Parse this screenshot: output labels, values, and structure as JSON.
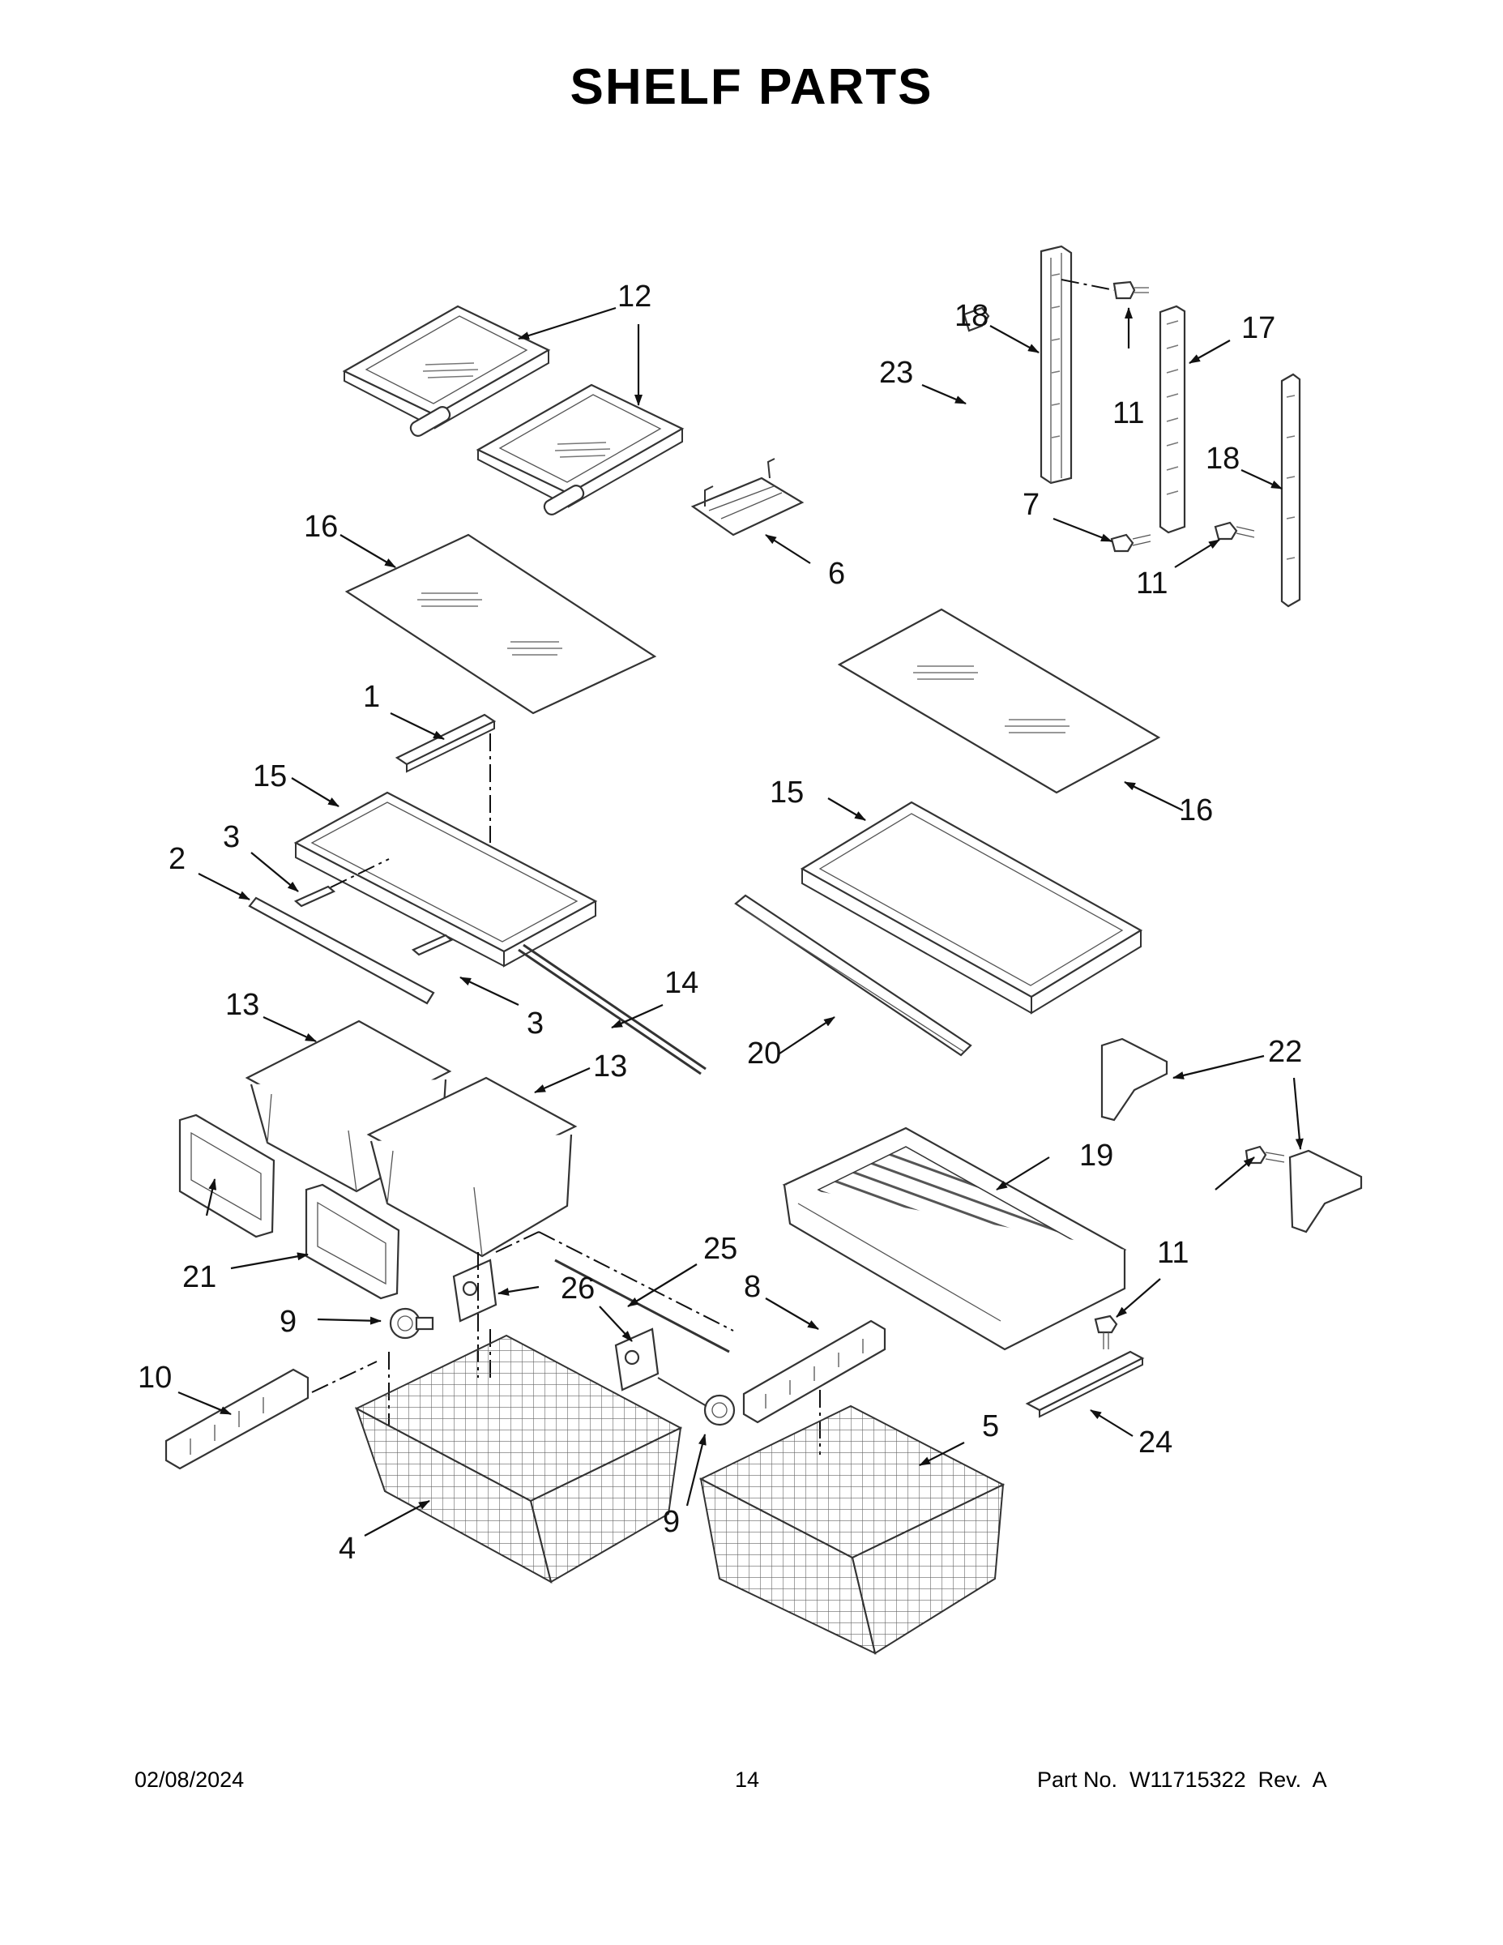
{
  "title": "SHELF PARTS",
  "footer": {
    "date": "02/08/2024",
    "page": "14",
    "part_no": "Part No.  W11715322  Rev.  A"
  },
  "callouts": {
    "c1": "1",
    "c2": "2",
    "c3a": "3",
    "c3b": "3",
    "c4": "4",
    "c5": "5",
    "c6": "6",
    "c7": "7",
    "c8": "8",
    "c9a": "9",
    "c9b": "9",
    "c10": "10",
    "c11a": "11",
    "c11b": "11",
    "c11c": "11",
    "c11d": "11",
    "c12": "12",
    "c13a": "13",
    "c13b": "13",
    "c14": "14",
    "c15a": "15",
    "c15b": "15",
    "c16a": "16",
    "c16b": "16",
    "c17": "17",
    "c18a": "18",
    "c18b": "18",
    "c19": "19",
    "c20": "20",
    "c21": "21",
    "c22": "22",
    "c23": "23",
    "c24": "24",
    "c25": "25",
    "c26": "26"
  }
}
